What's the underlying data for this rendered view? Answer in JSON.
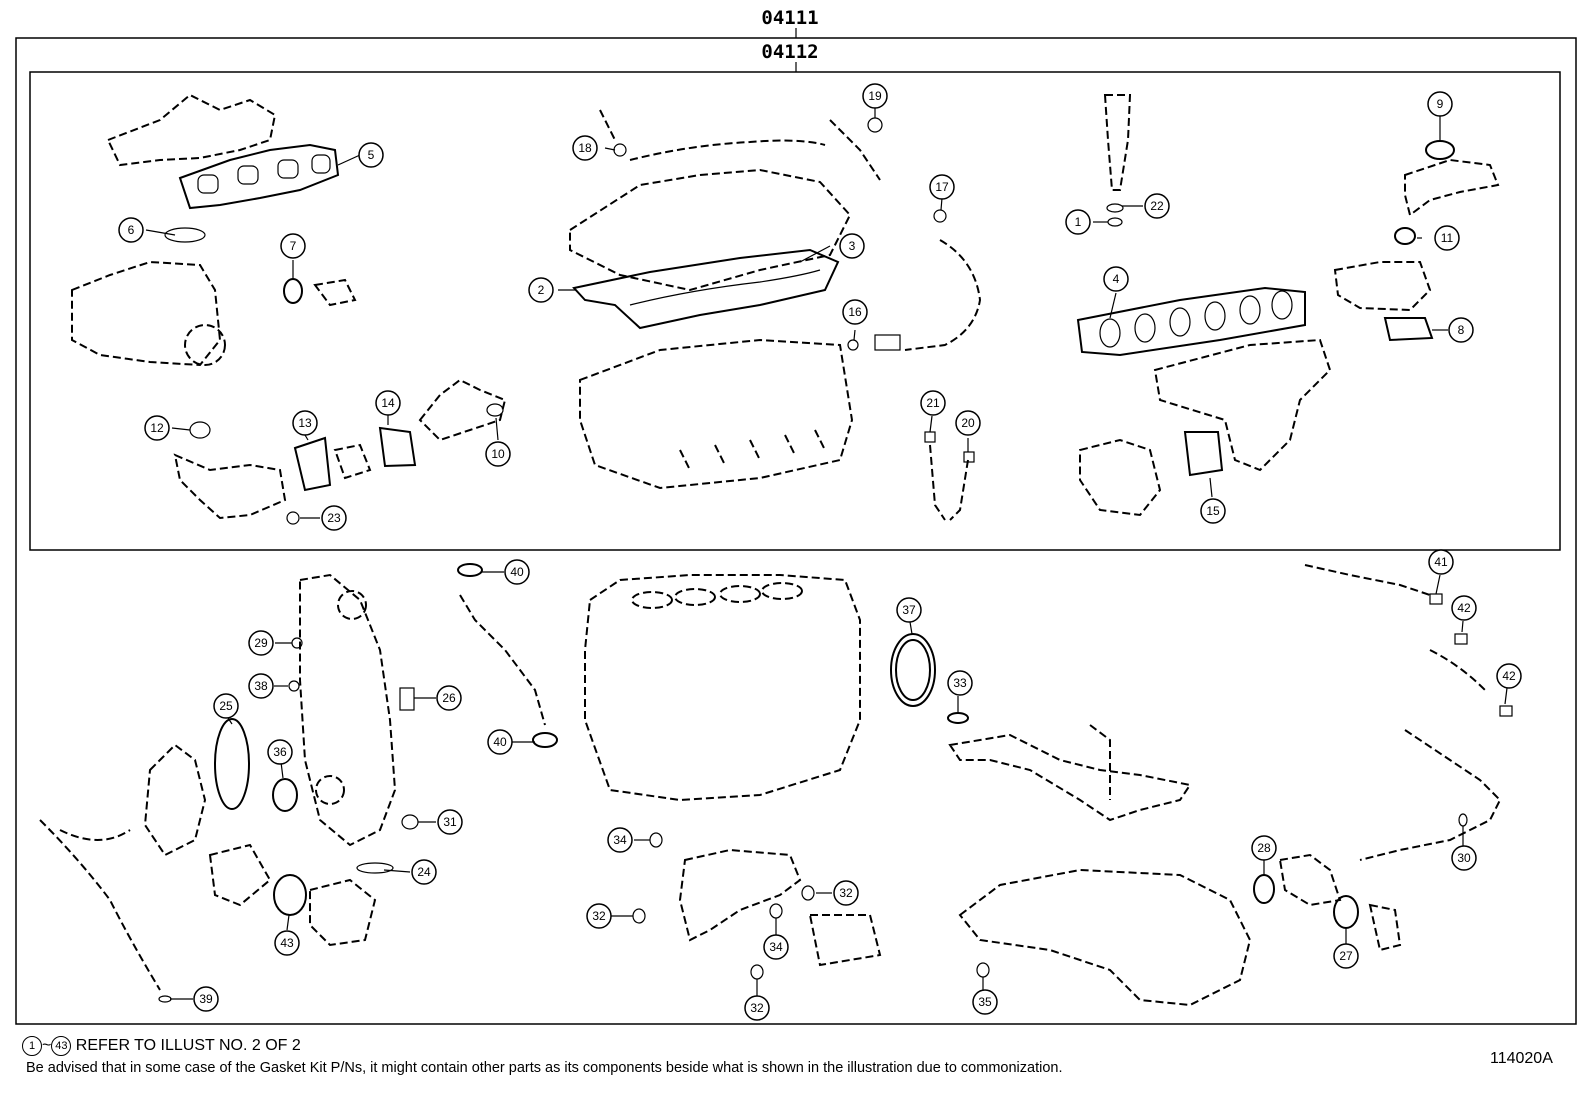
{
  "header": {
    "outer_code": "04111",
    "inner_code": "04112"
  },
  "callouts": [
    {
      "n": "1"
    },
    {
      "n": "2"
    },
    {
      "n": "3"
    },
    {
      "n": "4"
    },
    {
      "n": "5"
    },
    {
      "n": "6"
    },
    {
      "n": "7"
    },
    {
      "n": "8"
    },
    {
      "n": "9"
    },
    {
      "n": "10"
    },
    {
      "n": "11"
    },
    {
      "n": "12"
    },
    {
      "n": "13"
    },
    {
      "n": "14"
    },
    {
      "n": "15"
    },
    {
      "n": "16"
    },
    {
      "n": "17"
    },
    {
      "n": "18"
    },
    {
      "n": "19"
    },
    {
      "n": "20"
    },
    {
      "n": "21"
    },
    {
      "n": "22"
    },
    {
      "n": "23"
    },
    {
      "n": "24"
    },
    {
      "n": "25"
    },
    {
      "n": "26"
    },
    {
      "n": "27"
    },
    {
      "n": "28"
    },
    {
      "n": "29"
    },
    {
      "n": "30"
    },
    {
      "n": "31"
    },
    {
      "n": "32"
    },
    {
      "n": "32"
    },
    {
      "n": "32"
    },
    {
      "n": "33"
    },
    {
      "n": "34"
    },
    {
      "n": "34"
    },
    {
      "n": "35"
    },
    {
      "n": "36"
    },
    {
      "n": "37"
    },
    {
      "n": "38"
    },
    {
      "n": "39"
    },
    {
      "n": "40"
    },
    {
      "n": "40"
    },
    {
      "n": "41"
    },
    {
      "n": "42"
    },
    {
      "n": "42"
    },
    {
      "n": "43"
    }
  ],
  "footer": {
    "range_start": "1",
    "range_sep": "~",
    "range_end": "43",
    "refer_text": "REFER TO ILLUST NO. 2 OF 2",
    "advisory_text": "Be advised that in some case of the Gasket Kit P/Ns,  it might contain other parts as its components beside what is shown in the illustration due to commonization.",
    "illustration_id": "114020A"
  }
}
